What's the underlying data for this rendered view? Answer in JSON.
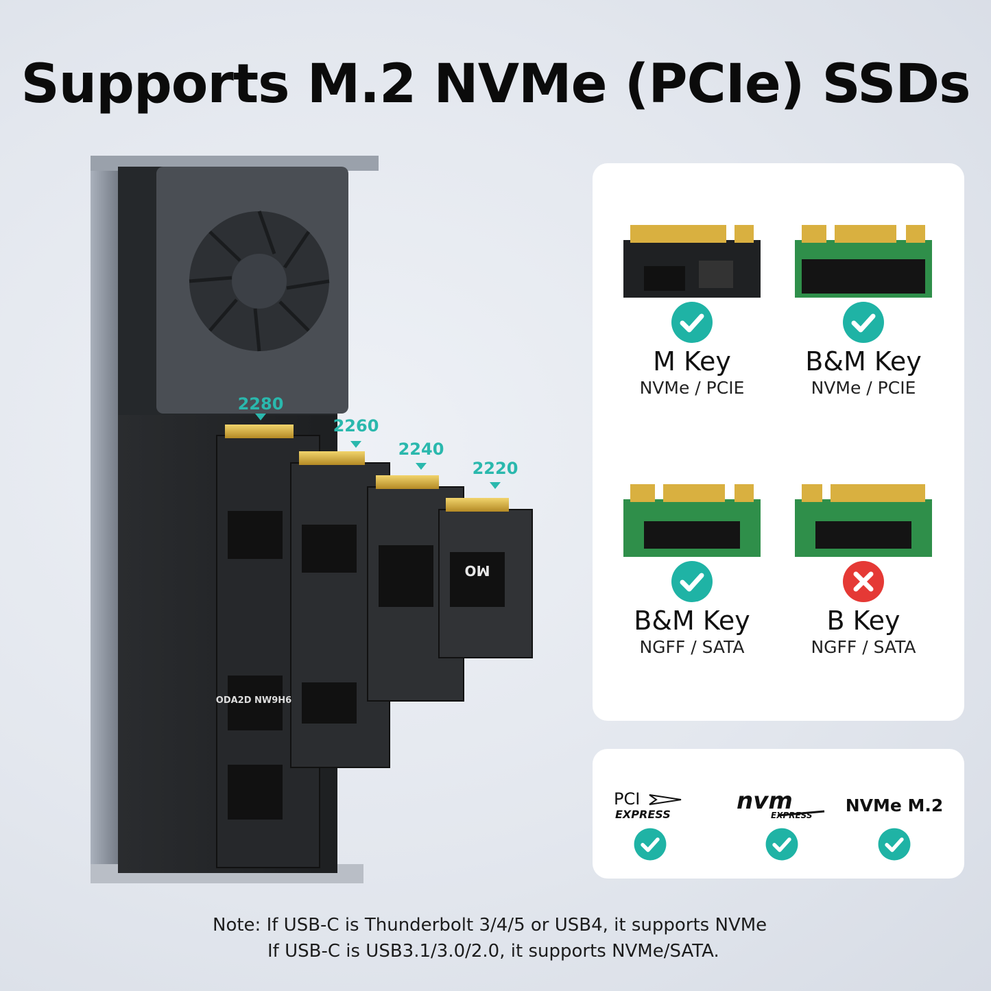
{
  "title": "Supports M.2 NVMe (PCIe) SSDs",
  "device": {
    "sizes": [
      "2280",
      "2260",
      "2240",
      "2220"
    ],
    "chip_labels": [
      "ODA2D NW9H6",
      "MO"
    ]
  },
  "keys": [
    {
      "title": "M Key",
      "subtitle": "NVMe / PCIE",
      "supported": true
    },
    {
      "title": "B&M Key",
      "subtitle": "NVMe / PCIE",
      "supported": true
    },
    {
      "title": "B&M Key",
      "subtitle": "NGFF / SATA",
      "supported": true
    },
    {
      "title": "B Key",
      "subtitle": "NGFF / SATA",
      "supported": false
    }
  ],
  "standards": [
    {
      "logo_top": "PCI",
      "logo_bottom": "EXPRESS",
      "supported": true
    },
    {
      "logo_top": "nvm",
      "logo_bottom": "EXPRESS",
      "supported": true
    },
    {
      "label": "NVMe M.2",
      "supported": true
    }
  ],
  "note": {
    "line1": "Note:   If USB-C is Thunderbolt 3/4/5 or USB4, it supports NVMe",
    "line2": "If USB-C is USB3.1/3.0/2.0, it supports NVMe/SATA."
  },
  "colors": {
    "check": "#1fb3a5",
    "cross": "#e53935",
    "size_label": "#2ab8ad",
    "pcb_dark": "#1f2123",
    "pcb_green": "#2f8f4a",
    "gold": "#d9b040"
  },
  "icons": [
    "check-icon",
    "cross-icon",
    "fan-icon",
    "arrow-down-icon"
  ]
}
